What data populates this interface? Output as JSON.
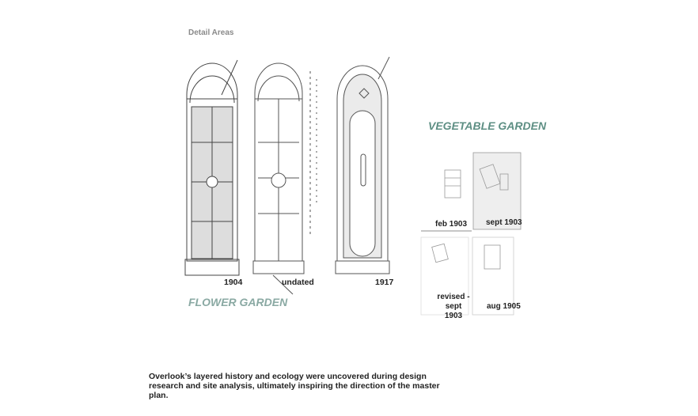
{
  "title": "Detail Areas",
  "flower_garden": {
    "label": "FLOWER GARDEN",
    "color": "#8aa9a3",
    "plans": [
      {
        "label": "1904"
      },
      {
        "label": "undated"
      },
      {
        "label": "1917"
      }
    ]
  },
  "vegetable_garden": {
    "label": "VEGETABLE GARDEN",
    "color": "#5e8f84",
    "plans": [
      {
        "label": "feb 1903"
      },
      {
        "label": "sept 1903"
      },
      {
        "label": "revised - sept 1903"
      },
      {
        "label": "aug 1905"
      }
    ]
  },
  "caption": "Overlook’s layered history and ecology were uncovered during design research and site analysis, ultimately inspiring the direction of the master plan."
}
